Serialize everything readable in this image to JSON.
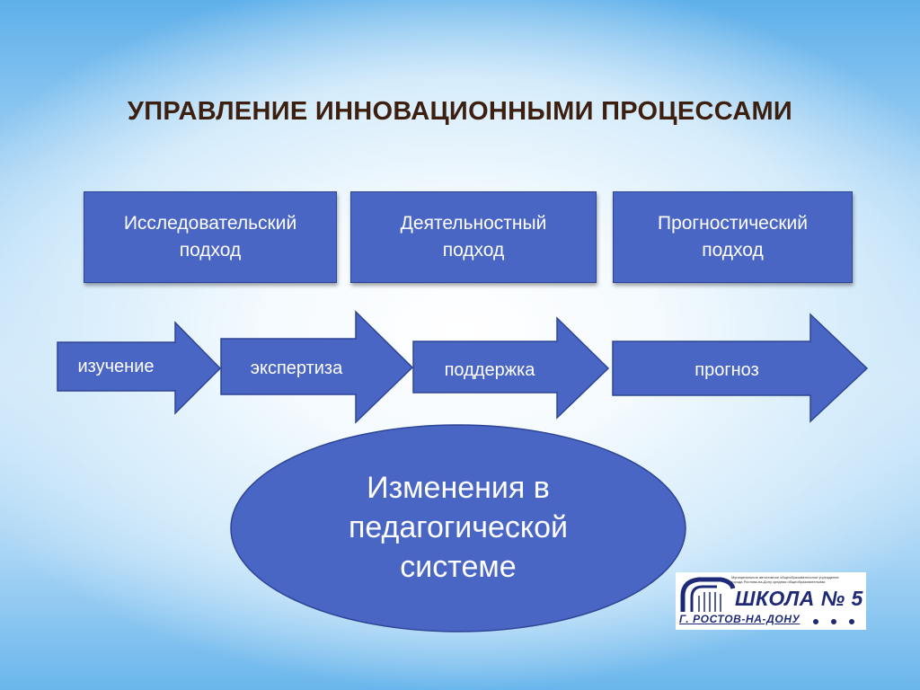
{
  "title": "УПРАВЛЕНИЕ ИННОВАЦИОННЫМИ ПРОЦЕССАМИ",
  "approaches": [
    {
      "line1": "Исследовательский",
      "line2": "подход"
    },
    {
      "line1": "Деятельностный",
      "line2": "подход"
    },
    {
      "line1": "Прогностический",
      "line2": "подход"
    }
  ],
  "stages": [
    "изучение",
    "экспертиза",
    "поддержка",
    "прогноз"
  ],
  "result": {
    "line1": "Изменения в",
    "line2": "педагогической",
    "line3": "системе"
  },
  "logo": {
    "name": "ШКОЛА № 5",
    "city": "Г. РОСТОВ-НА-ДОНУ",
    "small_line1": "Муниципальное автономное общеобразовательное учреждение",
    "small_line2": "города Ростова-на-Дону средняя общеобразовательная"
  },
  "colors": {
    "shape_fill": "#4a66c4",
    "shape_border": "#2d4595",
    "title": "#3d1f0f",
    "logo_ink": "#1e2a78"
  }
}
